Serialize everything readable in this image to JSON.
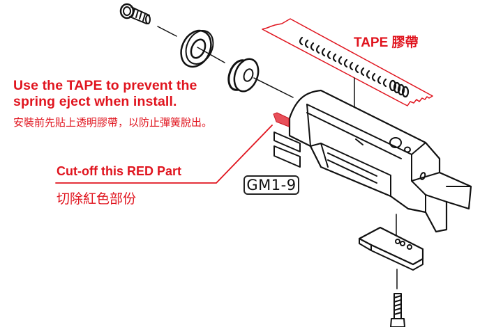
{
  "diagram": {
    "type": "exploded-parts-diagram",
    "part_number": "GM1-9",
    "colors": {
      "annotation_red": "#e0141e",
      "highlight_part_red": "#e8505a",
      "line_art": "#111111",
      "background": "#ffffff"
    }
  },
  "annotations": {
    "tape_label": "TAPE 膠帶",
    "instruction_en": "Use the TAPE to prevent the spring eject when install.",
    "instruction_zh": "安裝前先貼上透明膠帶，以防止彈簧脫出。",
    "cutoff_en": "Cut-off this RED Part",
    "cutoff_zh": "切除紅色部份"
  },
  "parts": [
    {
      "name": "screw-top",
      "label": "Screw"
    },
    {
      "name": "washer",
      "label": "Washer"
    },
    {
      "name": "bushing",
      "label": "Bushing"
    },
    {
      "name": "spring",
      "label": "Spring"
    },
    {
      "name": "tape-strip",
      "label": "Tape"
    },
    {
      "name": "housing",
      "label": "Main housing (GM1-9)"
    },
    {
      "name": "red-tab",
      "label": "Red part to cut off"
    },
    {
      "name": "lower-plate",
      "label": "Lower plate"
    },
    {
      "name": "screw-bottom",
      "label": "Screw"
    }
  ]
}
